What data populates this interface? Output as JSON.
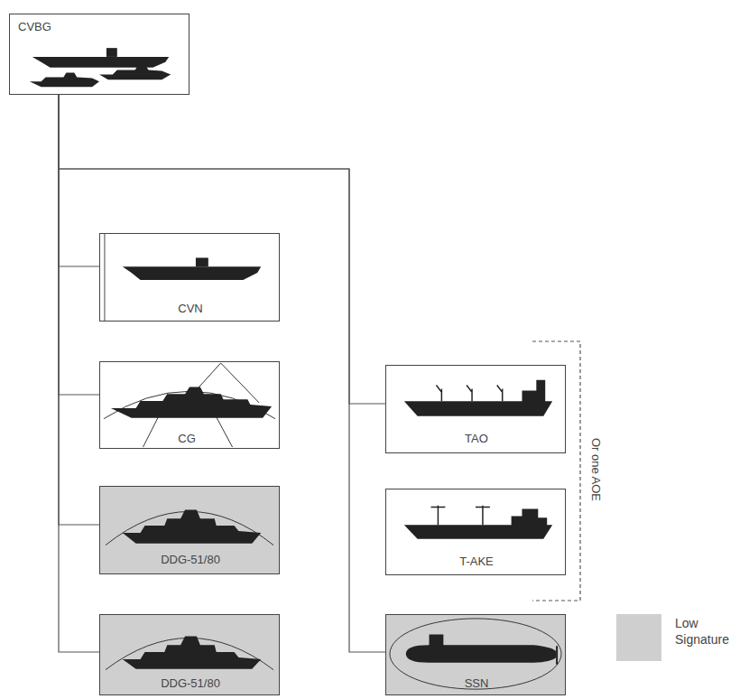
{
  "diagram": {
    "nodes": [
      {
        "text": [
          "CVBG"
        ]
      },
      {
        "text": [
          "CVN"
        ]
      },
      {
        "text": [
          "CG"
        ]
      },
      {
        "text": [
          "DDG-51/80"
        ]
      },
      {
        "text": [
          "DDG-51/80"
        ]
      },
      {
        "text": [
          "TAO"
        ]
      },
      {
        "text": [
          "T-AKE"
        ]
      },
      {
        "text": [
          "SSN"
        ]
      }
    ],
    "edges": [
      {
        "from": 0,
        "to": 1,
        "arrow": "none"
      },
      {
        "from": 0,
        "to": 2,
        "arrow": "none"
      },
      {
        "from": 0,
        "to": 3,
        "arrow": "none"
      },
      {
        "from": 0,
        "to": 4,
        "arrow": "none"
      },
      {
        "from": 0,
        "to": 5,
        "arrow": "none"
      },
      {
        "from": 0,
        "to": 7,
        "arrow": "none"
      }
    ],
    "labels": [
      "Or one AOE"
    ],
    "legend": [
      {
        "text": "Low Signature",
        "color": "#cfcfcf"
      }
    ]
  }
}
